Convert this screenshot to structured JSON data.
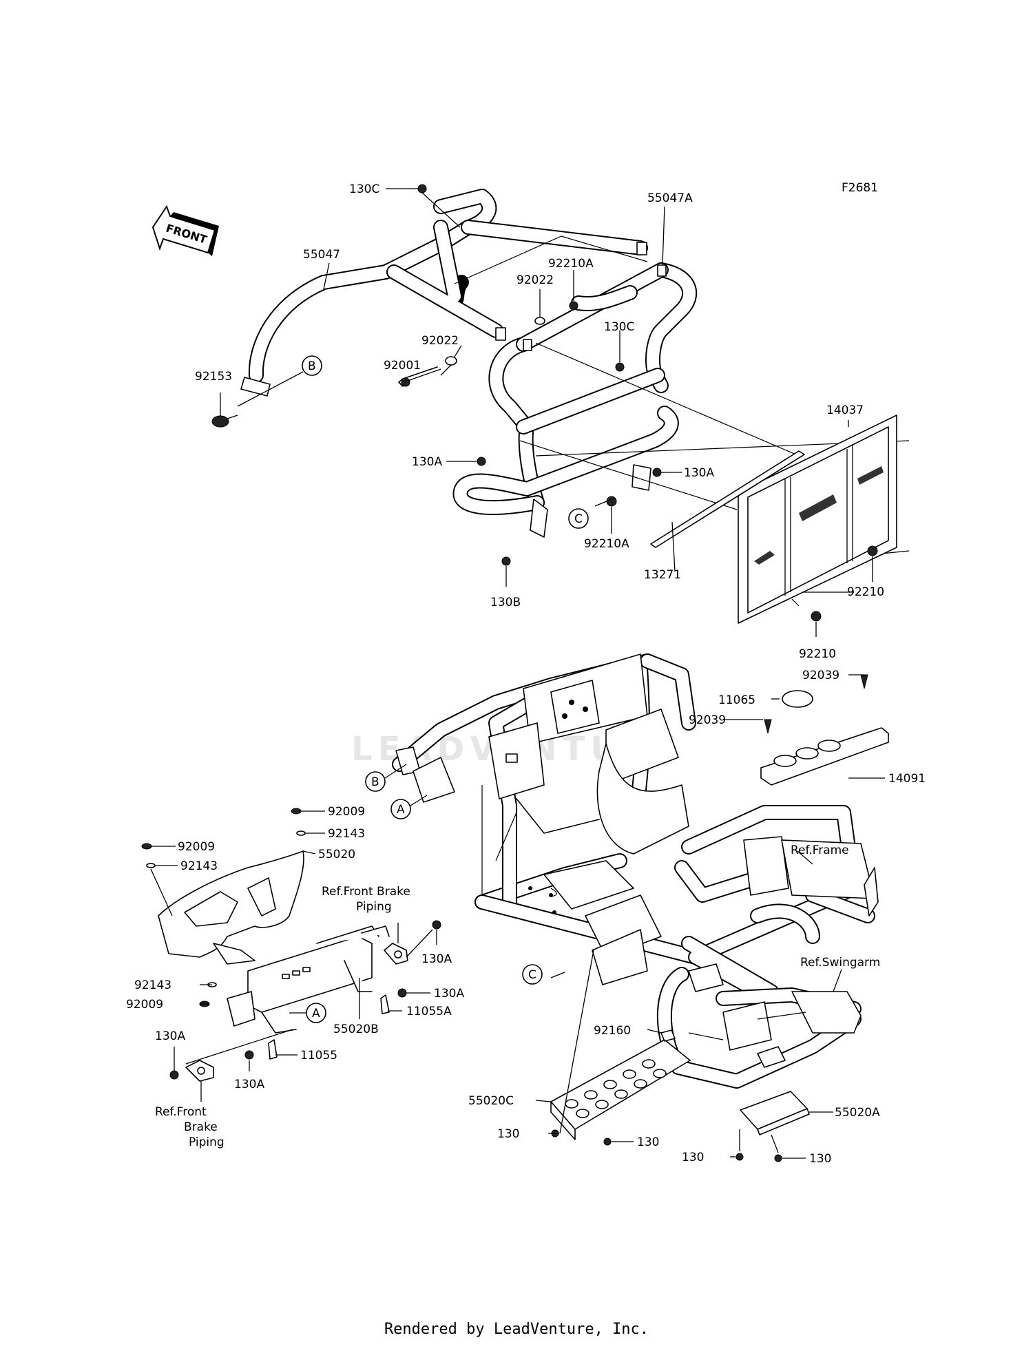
{
  "figure_code": "F2681",
  "front_label": "FRONT",
  "watermark": "LEADVENTURE",
  "footer": "Rendered by LeadVenture, Inc.",
  "labels": {
    "l_130C_top": "130C",
    "l_55047": "55047",
    "l_55047A": "55047A",
    "l_92210A_top": "92210A",
    "l_92022_top": "92022",
    "l_92022_mid": "92022",
    "l_92001": "92001",
    "l_130C_mid": "130C",
    "l_92153": "92153",
    "l_14037": "14037",
    "l_130A_left": "130A",
    "l_130A_right": "130A",
    "l_92210A_bot": "92210A",
    "l_13271": "13271",
    "l_130B": "130B",
    "l_92210_a": "92210",
    "l_92210_b": "92210",
    "l_92039_a": "92039",
    "l_11065": "11065",
    "l_92039_b": "92039",
    "l_14091": "14091",
    "l_92009_a": "92009",
    "l_92143_a": "92143",
    "l_92009_b": "92009",
    "l_92143_b": "92143",
    "l_55020": "55020",
    "l_ref_fbp1_a": "Ref.Front Brake",
    "l_ref_fbp1_b": "Piping",
    "l_130A_c": "130A",
    "l_ref_frame": "Ref.Frame",
    "l_ref_swingarm": "Ref.Swingarm",
    "l_92143_c": "92143",
    "l_92009_c": "92009",
    "l_130A_d": "130A",
    "l_11055A": "11055A",
    "l_55020B": "55020B",
    "l_130A_e": "130A",
    "l_11055": "11055",
    "l_130A_f": "130A",
    "l_ref_fbp2_a": "Ref.Front",
    "l_ref_fbp2_b": "Brake",
    "l_ref_fbp2_c": "Piping",
    "l_92160": "92160",
    "l_55020C": "55020C",
    "l_130_a": "130",
    "l_130_b": "130",
    "l_55020A": "55020A",
    "l_130_c": "130",
    "l_130_d": "130"
  },
  "callouts": {
    "A1": "A",
    "A2": "A",
    "B1": "B",
    "B2": "B",
    "C1": "C",
    "C2": "C"
  }
}
